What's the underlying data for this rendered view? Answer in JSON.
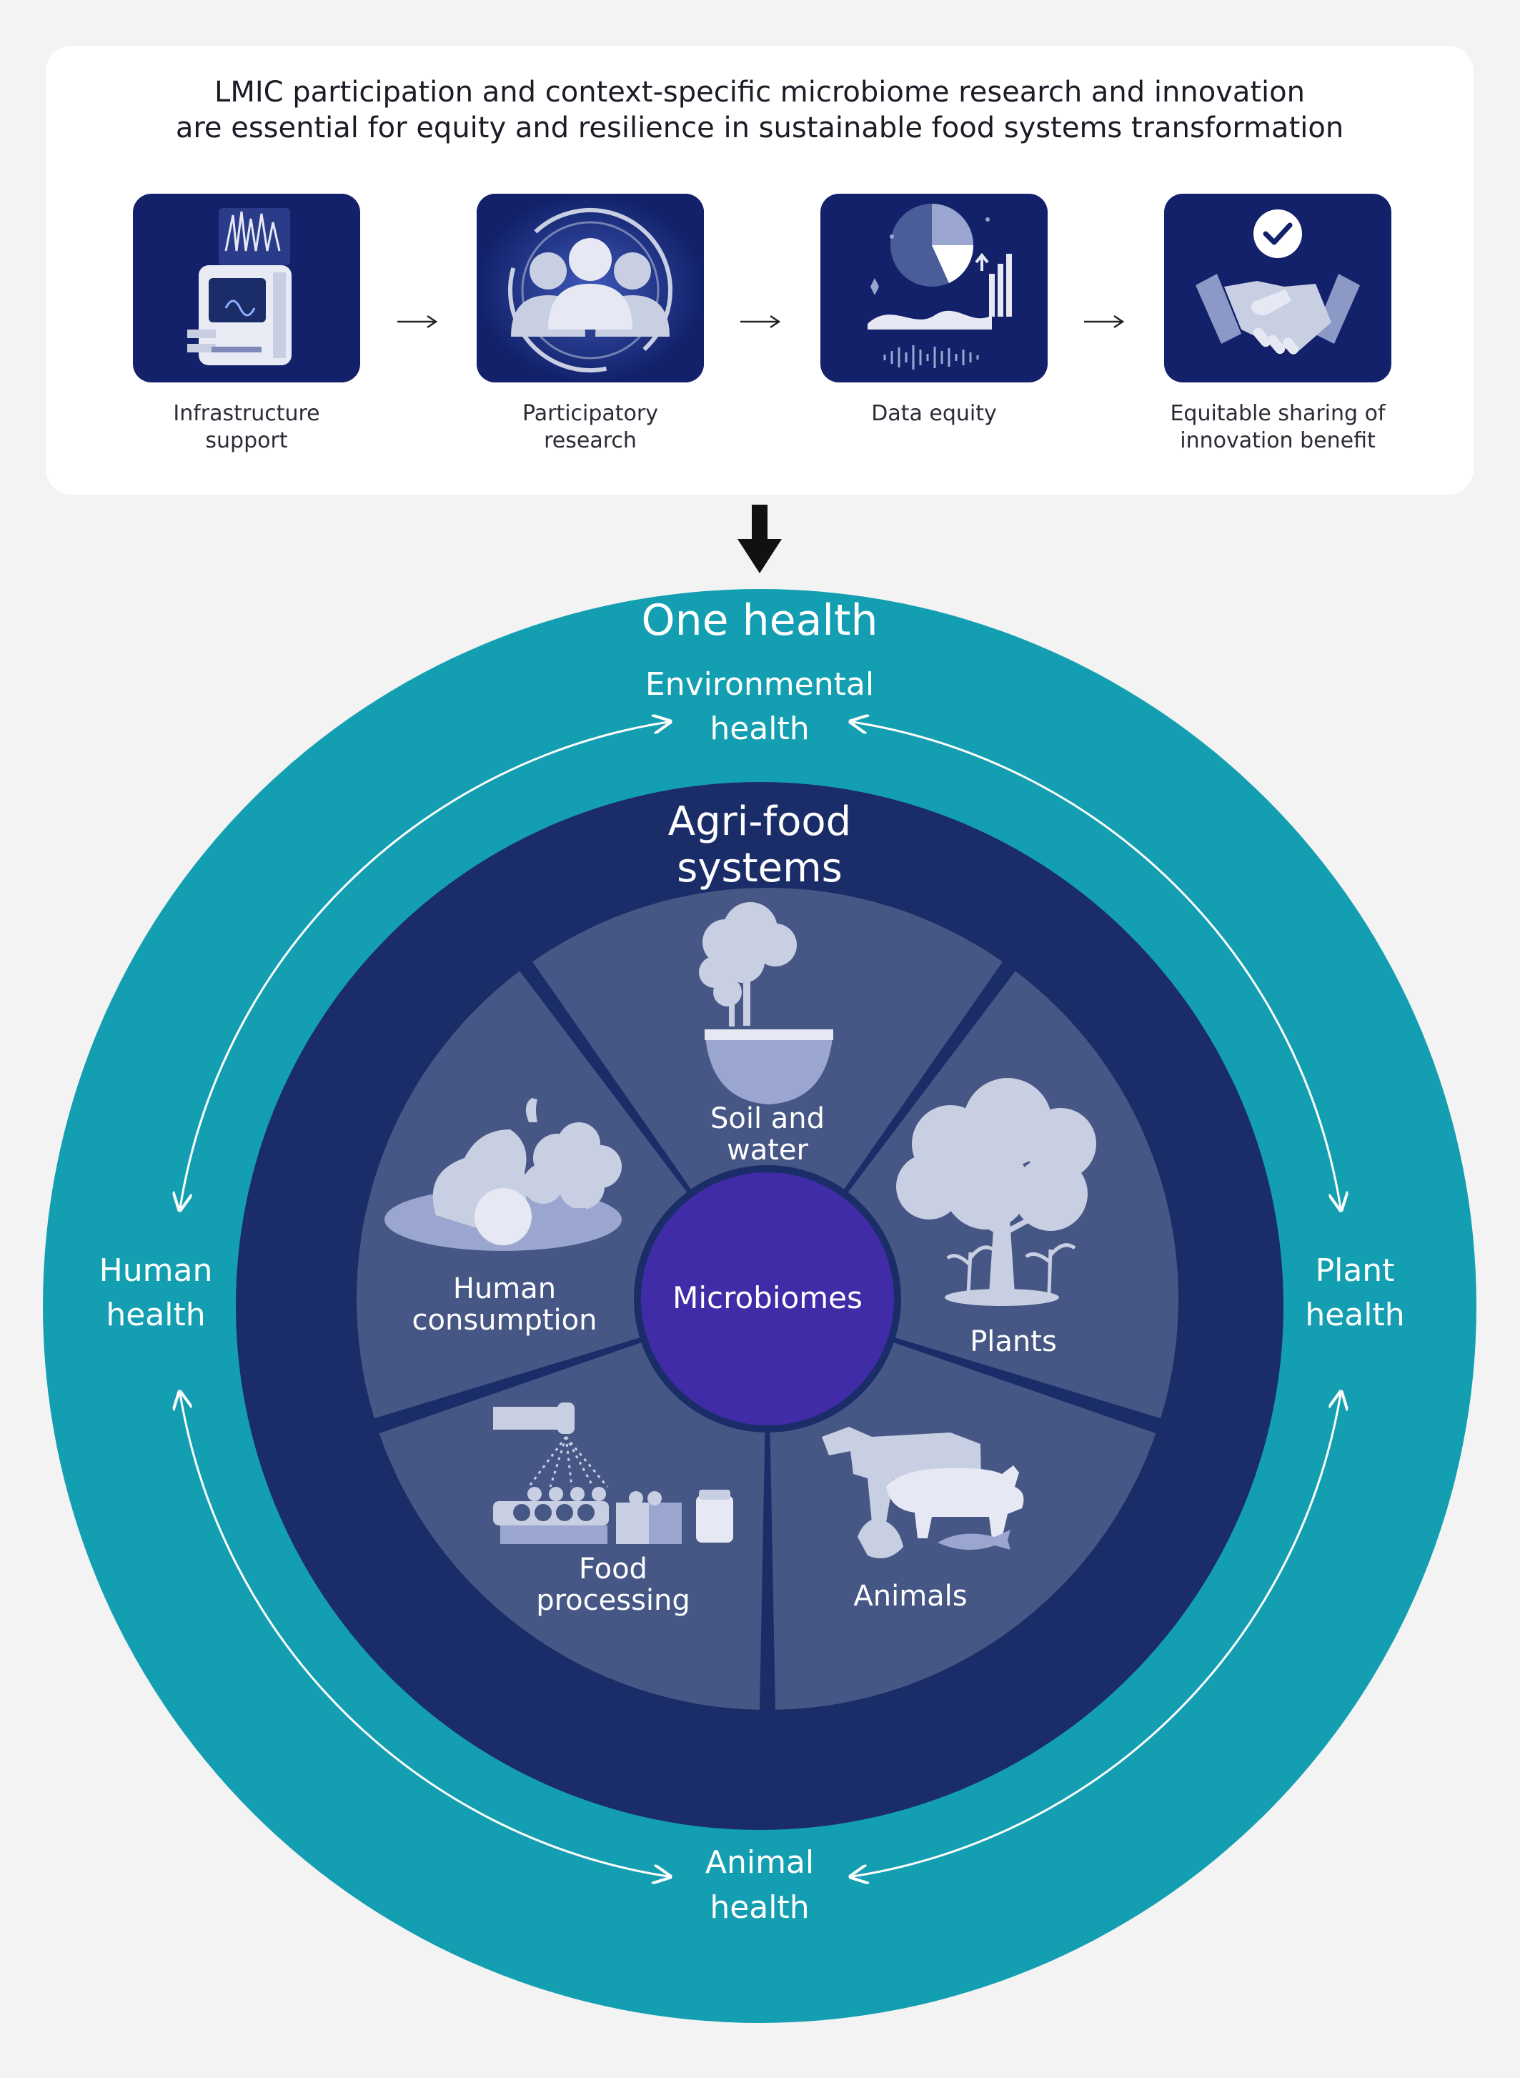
{
  "header": {
    "line1": "LMIC participation and context-specific microbiome research and innovation",
    "line2": "are essential for equity and resilience in sustainable food systems transformation"
  },
  "steps": [
    {
      "line1": "Infrastructure",
      "line2": "support",
      "icon": "sequencer-icon"
    },
    {
      "line1": "Participatory",
      "line2": "research",
      "icon": "people-group-icon"
    },
    {
      "line1": "Data equity",
      "line2": "",
      "icon": "data-charts-icon"
    },
    {
      "line1": "Equitable sharing of",
      "line2": "innovation benefit",
      "icon": "handshake-icon"
    }
  ],
  "one_health": {
    "title": "One health",
    "environmental": {
      "line1": "Environmental",
      "line2": "health"
    },
    "human": {
      "line1": "Human",
      "line2": "health"
    },
    "plant": {
      "line1": "Plant",
      "line2": "health"
    },
    "animal": {
      "line1": "Animal",
      "line2": "health"
    }
  },
  "agrifood": {
    "title_line1": "Agri-food",
    "title_line2": "systems",
    "segments": {
      "soil": {
        "line1": "Soil and",
        "line2": "water"
      },
      "plants": {
        "line1": "Plants"
      },
      "animals": {
        "line1": "Animals"
      },
      "food_processing": {
        "line1": "Food",
        "line2": "processing"
      },
      "human_consumption": {
        "line1": "Human",
        "line2": "consumption"
      }
    },
    "center": "Microbiomes"
  },
  "colors": {
    "background": "#f3f3f4",
    "card": "#ffffff",
    "icon_tile": "#12216a",
    "outer_ring": "#139fb1",
    "inner_circle": "#1b2d69",
    "segment": "#465785",
    "center": "#3f2ca6",
    "illustration": "#c9cfe2"
  }
}
